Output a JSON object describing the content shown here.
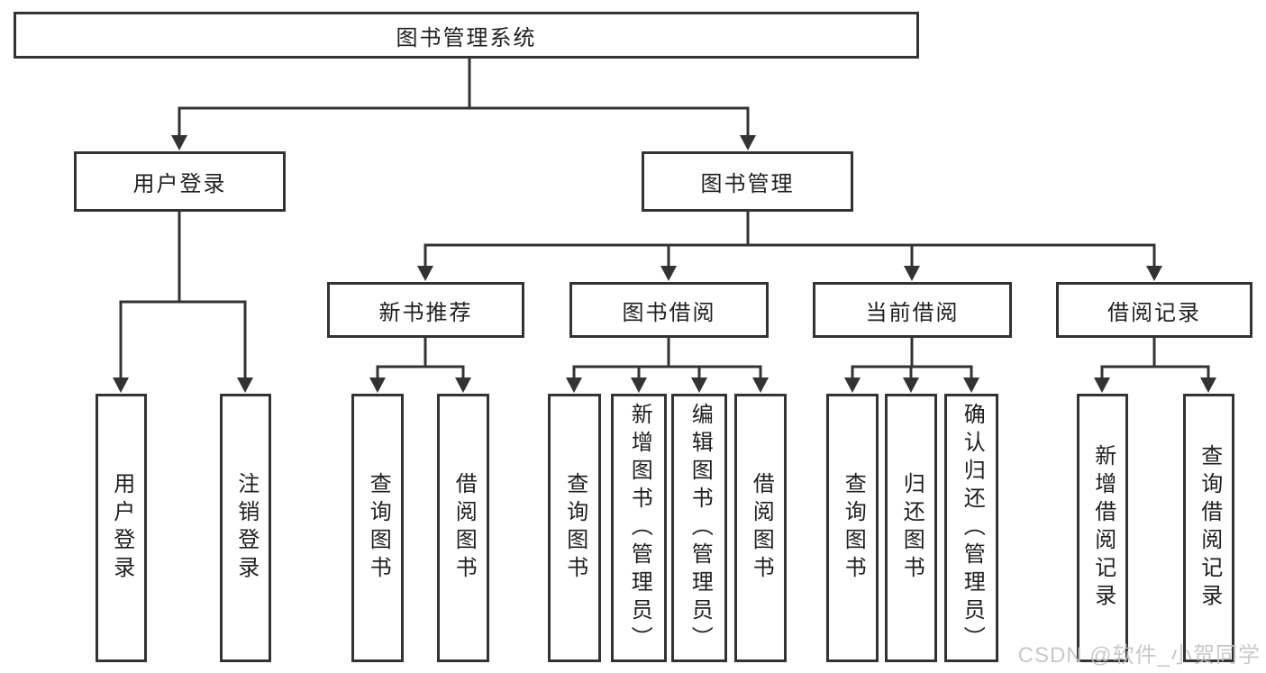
{
  "watermark": "CSDN @软件_小贺同学",
  "colors": {
    "line": "#333333",
    "box_border": "#333333",
    "text": "#1f1f1f",
    "watermark": "#c3c3c3",
    "background": "#ffffff"
  },
  "tree": {
    "label": "图书管理系统",
    "children": [
      {
        "label": "用户登录",
        "children": [
          {
            "label": "用户登录"
          },
          {
            "label": "注销登录"
          }
        ]
      },
      {
        "label": "图书管理",
        "children": [
          {
            "label": "新书推荐",
            "children": [
              {
                "label": "查询图书"
              },
              {
                "label": "借阅图书"
              }
            ]
          },
          {
            "label": "图书借阅",
            "children": [
              {
                "label": "查询图书"
              },
              {
                "label": "新增图书（管理员）"
              },
              {
                "label": "编辑图书（管理员）"
              },
              {
                "label": "借阅图书"
              }
            ]
          },
          {
            "label": "当前借阅",
            "children": [
              {
                "label": "查询图书"
              },
              {
                "label": "归还图书"
              },
              {
                "label": "确认归还（管理员）"
              }
            ]
          },
          {
            "label": "借阅记录",
            "children": [
              {
                "label": "新增借阅记录"
              },
              {
                "label": "查询借阅记录"
              }
            ]
          }
        ]
      }
    ]
  }
}
